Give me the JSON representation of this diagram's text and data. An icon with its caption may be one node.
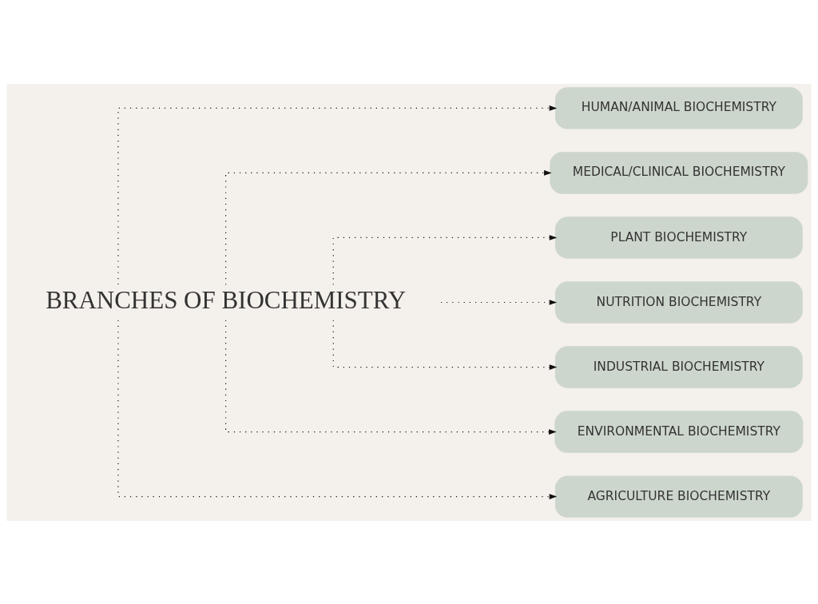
{
  "diagram": {
    "nodes": [
      {
        "text": [
          "BRANCHES OF BIOCHEMISTRY"
        ]
      },
      {
        "text": [
          "HUMAN/ANIMAL BIOCHEMISTRY"
        ]
      },
      {
        "text": [
          "MEDICAL/CLINICAL BIOCHEMISTRY"
        ]
      },
      {
        "text": [
          "PLANT BIOCHEMISTRY"
        ]
      },
      {
        "text": [
          "NUTRITION BIOCHEMISTRY"
        ]
      },
      {
        "text": [
          "INDUSTRIAL BIOCHEMISTRY"
        ]
      },
      {
        "text": [
          "ENVIRONMENTAL BIOCHEMISTRY"
        ]
      },
      {
        "text": [
          "AGRICULTURE BIOCHEMISTRY"
        ]
      }
    ],
    "edges": [
      {
        "from": 0,
        "to": 1,
        "arrow": "to",
        "style": "dashed"
      },
      {
        "from": 0,
        "to": 2,
        "arrow": "to",
        "style": "dashed"
      },
      {
        "from": 0,
        "to": 3,
        "arrow": "to",
        "style": "dashed"
      },
      {
        "from": 0,
        "to": 4,
        "arrow": "to",
        "style": "dashed"
      },
      {
        "from": 0,
        "to": 5,
        "arrow": "to",
        "style": "dashed"
      },
      {
        "from": 0,
        "to": 6,
        "arrow": "to",
        "style": "dashed"
      },
      {
        "from": 0,
        "to": 7,
        "arrow": "to",
        "style": "dashed"
      }
    ]
  }
}
